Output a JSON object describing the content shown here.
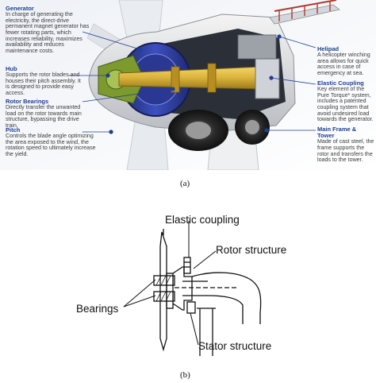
{
  "figure_a": {
    "caption": "(a)",
    "callouts_left": [
      {
        "title": "Generator",
        "text": "In charge of generating the electricity, the direct-drive permanent magnet generator has fewer rotating parts, which increases reliability, maximizes availability and reduces maintenance costs."
      },
      {
        "title": "Hub",
        "text": "Supports the rotor blades and houses their pitch assembly. It is designed to provide easy access."
      },
      {
        "title": "Rotor Bearings",
        "text": "Directly transfer the unwanted load on the rotor towards main structure, bypassing the drive train."
      },
      {
        "title": "Pitch",
        "text": "Controls the blade angle optimizing the area exposed to the wind, the rotation speed to ultimately increase the yield."
      }
    ],
    "callouts_right": [
      {
        "title": "Helipad",
        "text": "A helicopter winching area allows for quick access in case of emergency at sea."
      },
      {
        "title": "Elastic Coupling",
        "text": "Key element of the Pure Torque* system, includes a patented coupling system that avoid undesired load towards the generator."
      },
      {
        "title": "Main Frame & Tower",
        "text": "Made of cast steel, the frame supports the rotor and transfers the loads to the tower."
      }
    ]
  },
  "figure_b": {
    "caption": "(b)",
    "labels": {
      "elastic_coupling": "Elastic coupling",
      "rotor_structure": "Rotor structure",
      "bearings": "Bearings",
      "stator_structure": "Stator structure"
    }
  },
  "colors": {
    "callout_title": "#1d3f95",
    "callout_text": "#3b3b3b",
    "dot": "#1d3f95",
    "shaft": "#d9b23a",
    "generator_blue": "#2f3e9c",
    "hub_green": "#7c9a2e"
  }
}
